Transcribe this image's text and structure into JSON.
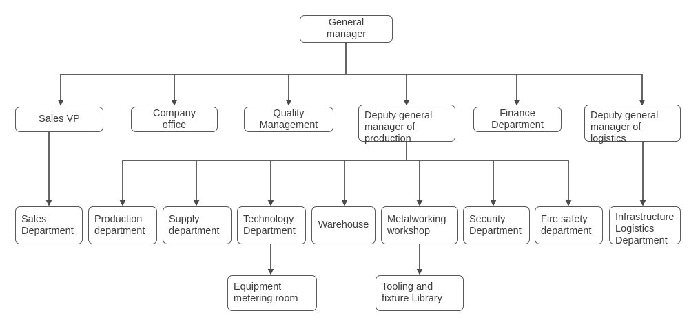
{
  "diagram": {
    "title": "Company organizational structure chart",
    "colors": {
      "box_border": "#595959",
      "box_fill": "#ffffff",
      "text": "#3d3d3d",
      "connector": "#4a4a4a",
      "background": "#ffffff"
    },
    "root": {
      "label": "General\nmanager"
    },
    "level2": [
      {
        "label": "Sales VP"
      },
      {
        "label": "Company\noffice"
      },
      {
        "label": "Quality\nManagement"
      },
      {
        "label": "Deputy general\nmanager of\nproduction"
      },
      {
        "label": "Finance\nDepartment"
      },
      {
        "label": "Deputy general\nmanager of\nlogistics"
      }
    ],
    "level3": [
      {
        "label": "Sales\nDepartment"
      },
      {
        "label": "Production\ndepartment"
      },
      {
        "label": "Supply\ndepartment"
      },
      {
        "label": "Technology\nDepartment"
      },
      {
        "label": "Warehouse"
      },
      {
        "label": "Metalworking\nworkshop"
      },
      {
        "label": "Security\nDepartment"
      },
      {
        "label": "Fire safety\ndepartment"
      },
      {
        "label": "Infrastructure\nLogistics\nDepartment"
      }
    ],
    "level4": [
      {
        "label": "Equipment\nmetering room"
      },
      {
        "label": "Tooling and\nfixture Library"
      }
    ]
  }
}
